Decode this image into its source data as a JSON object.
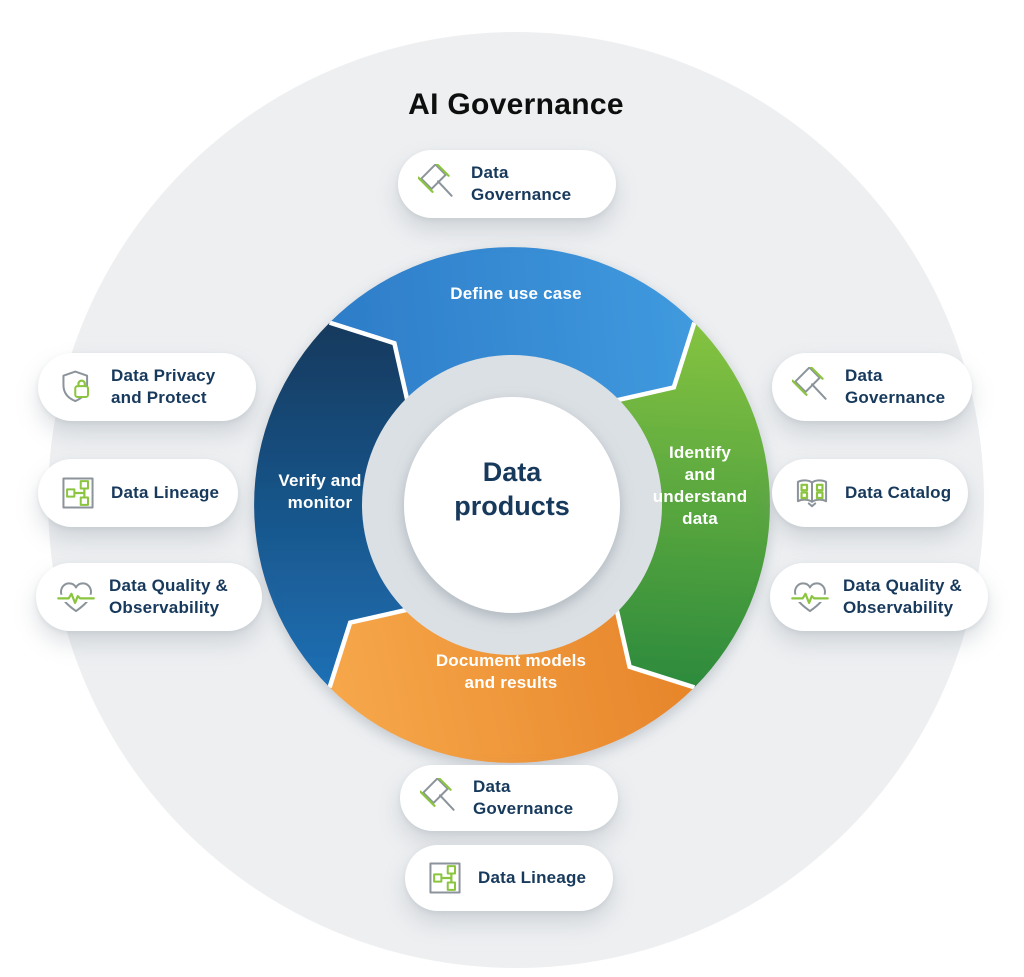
{
  "title": "AI Governance",
  "center": {
    "lines": [
      "Data",
      "products"
    ]
  },
  "segments": {
    "define": {
      "label": "Define use case",
      "lines": [
        "Define use case"
      ],
      "color": "#3a8ed8"
    },
    "identify": {
      "label": "Identify and understand data",
      "lines": [
        "Identify",
        "and",
        "understand",
        "data"
      ],
      "color": "#57a43f"
    },
    "document": {
      "label": "Document models and results",
      "lines": [
        "Document models",
        "and results"
      ],
      "color": "#f09a3a"
    },
    "verify": {
      "label": "Verify and monitor",
      "lines": [
        "Verify and",
        "monitor"
      ],
      "color": "#1a5285"
    }
  },
  "pills": {
    "top_governance": {
      "icon": "gavel-icon",
      "lines": [
        "Data",
        "Governance"
      ]
    },
    "right_governance": {
      "icon": "gavel-icon",
      "lines": [
        "Data",
        "Governance"
      ]
    },
    "right_catalog": {
      "icon": "open-book-icon",
      "lines": [
        "Data Catalog"
      ]
    },
    "right_quality": {
      "icon": "heart-pulse-icon",
      "lines": [
        "Data Quality &",
        "Observability"
      ]
    },
    "left_privacy": {
      "icon": "shield-lock-icon",
      "lines": [
        "Data Privacy",
        "and Protect"
      ]
    },
    "left_lineage": {
      "icon": "lineage-icon",
      "lines": [
        "Data Lineage"
      ]
    },
    "left_quality": {
      "icon": "heart-pulse-icon",
      "lines": [
        "Data Quality &",
        "Observability"
      ]
    },
    "bottom_governance": {
      "icon": "gavel-icon",
      "lines": [
        "Data",
        "Governance"
      ]
    },
    "bottom_lineage": {
      "icon": "lineage-icon",
      "lines": [
        "Data Lineage"
      ]
    }
  },
  "colors": {
    "page_bg": "#ffffff",
    "outer_circle": "#edeff1",
    "ring": "#dbe0e4",
    "gap": "#ffffff",
    "blue_1": "#2d7cc8",
    "blue_2": "#409ade",
    "green_1": "#85c341",
    "green_2": "#2c8a3c",
    "orange_1": "#e8872c",
    "orange_2": "#f6a74a",
    "navy_1": "#12395d",
    "navy_2": "#1e70b5",
    "navy_text": "#17395c",
    "title_color": "#0d0e0e",
    "icon_green": "#8bc53f",
    "icon_gray": "#8b939b"
  }
}
